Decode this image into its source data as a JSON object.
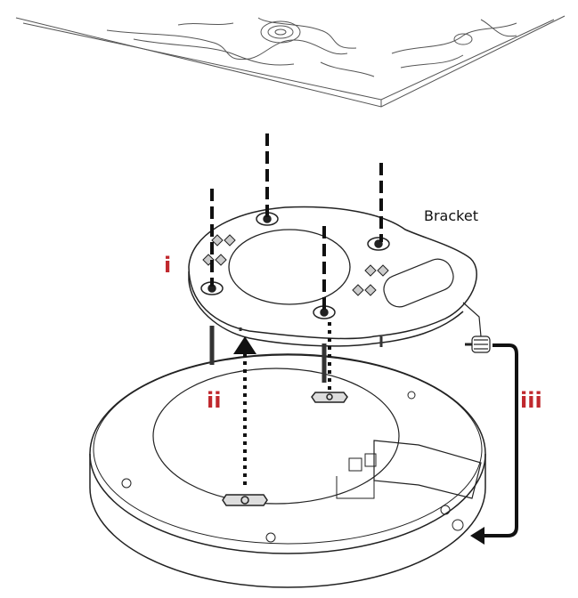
{
  "labels": {
    "bracket": "Bracket",
    "step_i": "i",
    "step_ii": "ii",
    "step_iii": "iii"
  },
  "colors": {
    "step_label": "#c0282d",
    "line": "#222222",
    "arrow": "#111111"
  },
  "icons": [
    "ceiling-block-illustration",
    "mounting-bracket",
    "access-point-device",
    "mounting-screw",
    "dotted-arrow",
    "curved-arrow"
  ]
}
